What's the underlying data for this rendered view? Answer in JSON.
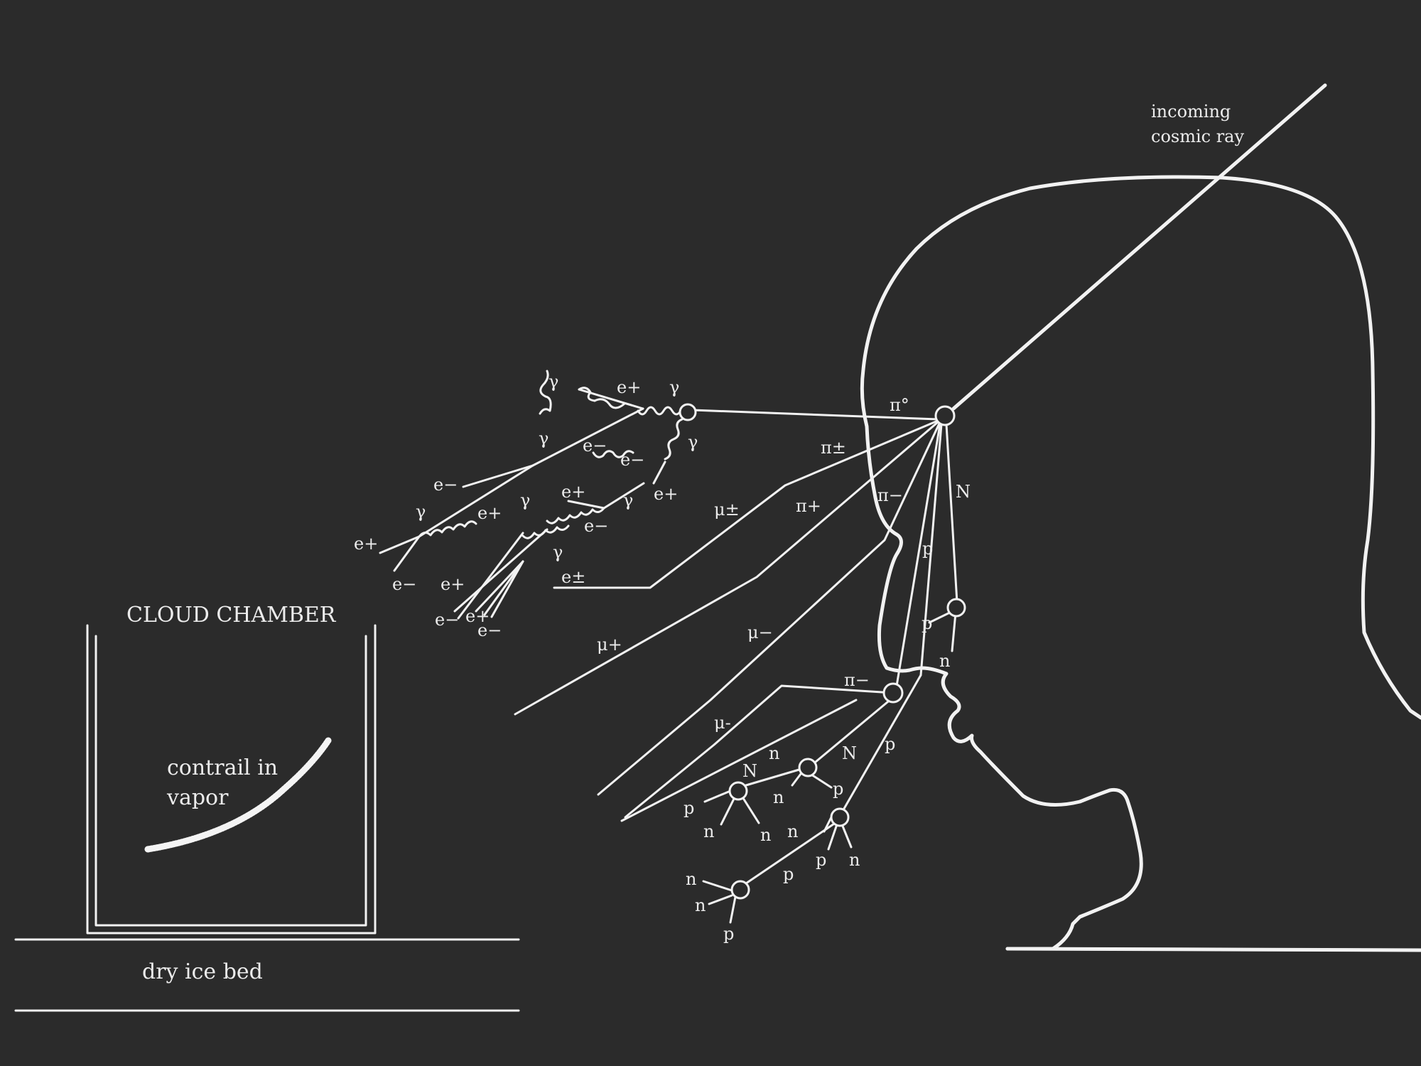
{
  "title": "CLOUD CHAMBER",
  "chamber": {
    "contrail_label_1": "contrail in",
    "contrail_label_2": "vapor",
    "bed_label": "dry ice bed"
  },
  "cosmic_ray_label_1": "incoming",
  "cosmic_ray_label_2": "cosmic ray",
  "particles": {
    "gamma": "γ",
    "e_plus": "e+",
    "e_minus": "e−",
    "e_pm": "e±",
    "pi0": "π°",
    "pi_pm": "π±",
    "pi_plus": "π+",
    "pi_minus": "π−",
    "mu_pm": "μ±",
    "mu_plus": "μ+",
    "mu_minus": "μ−",
    "mu_minus_small": "μ-",
    "N": "N",
    "p": "p",
    "n": "n"
  },
  "colors": {
    "background": "#2b2b2b",
    "line": "#f2f2f2"
  }
}
